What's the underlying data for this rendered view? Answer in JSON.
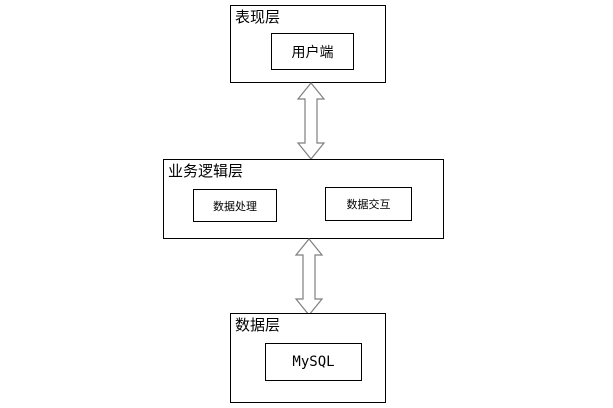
{
  "presentation_layer": {
    "title": "表现层",
    "client_label": "用户端"
  },
  "business_layer": {
    "title": "业务逻辑层",
    "data_processing_label": "数据处理",
    "data_interaction_label": "数据交互"
  },
  "data_layer": {
    "title": "数据层",
    "database_label": "MySQL"
  },
  "colors": {
    "stroke": "#000000",
    "arrow_fill": "#ffffff",
    "arrow_stroke": "#7f7f7f"
  }
}
